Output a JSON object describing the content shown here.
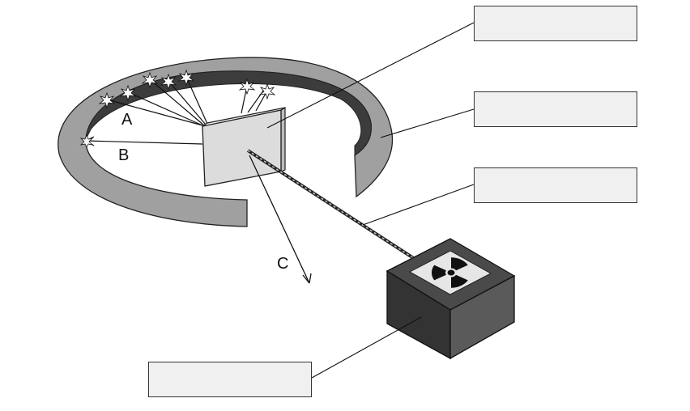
{
  "diagram": {
    "ray_labels": {
      "a": "A",
      "b": "B",
      "c": "C"
    },
    "answer_boxes": [
      "",
      "",
      "",
      ""
    ],
    "colors": {
      "screen_outer": "#a0a0a0",
      "screen_inner": "#3c3c3c",
      "foil": "#dcdcdc",
      "box_top": "#4a4a4a",
      "box_left": "#333333",
      "box_right": "#5a5a5a",
      "radiation_bg": "#e6e6e6",
      "box_fill": "#f0f0f0"
    },
    "icons": [
      "radiation-icon",
      "flash-icon"
    ]
  }
}
